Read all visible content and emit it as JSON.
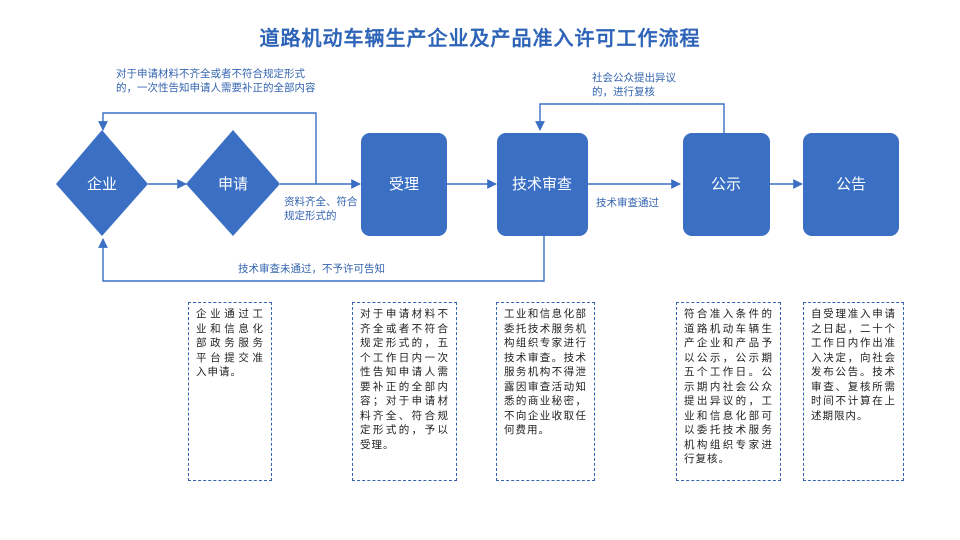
{
  "title": "道路机动车辆生产企业及产品准入许可工作流程",
  "nodes": {
    "enterprise": "企业",
    "apply": "申请",
    "accept": "受理",
    "review": "技术审查",
    "publicize": "公示",
    "announce": "公告"
  },
  "edge_labels": {
    "supplement": "对于申请材料不齐全或者不符合规定形式的，一次性告知申请人需要补正的全部内容",
    "complete": "资料齐全、符合规定形式的",
    "objection": "社会公众提出异议的，进行复核",
    "review_passed": "技术审查通过",
    "review_failed": "技术审查未通过，不予许可告知"
  },
  "notes": {
    "enterprise": "企业通过工业和信息化部政务服务平台提交准入申请。",
    "accept": "对于申请材料不齐全或者不符合规定形式的，五个工作日内一次性告知申请人需要补正的全部内容；对于申请材料齐全、符合规定形式的，予以受理。",
    "review": "工业和信息化部委托技术服务机构组织专家进行技术审查。技术服务机构不得泄露因审查活动知悉的商业秘密，不向企业收取任何费用。",
    "publicize": "符合准入条件的道路机动车辆生产企业和产品予以公示，公示期五个工作日。公示期内社会公众提出异议的，工业和信息化部可以委托技术服务机构组织专家进行复核。",
    "announce": "自受理准入申请之日起，二十个工作日内作出准入决定，向社会发布公告。技术审查、复核所需时间不计算在上述期限内。"
  },
  "colors": {
    "node_fill": "#3a6fc4",
    "line": "#3a6fc4",
    "title": "#2e64b8",
    "label": "#3565b0",
    "dashed_border": "#3565b0"
  }
}
